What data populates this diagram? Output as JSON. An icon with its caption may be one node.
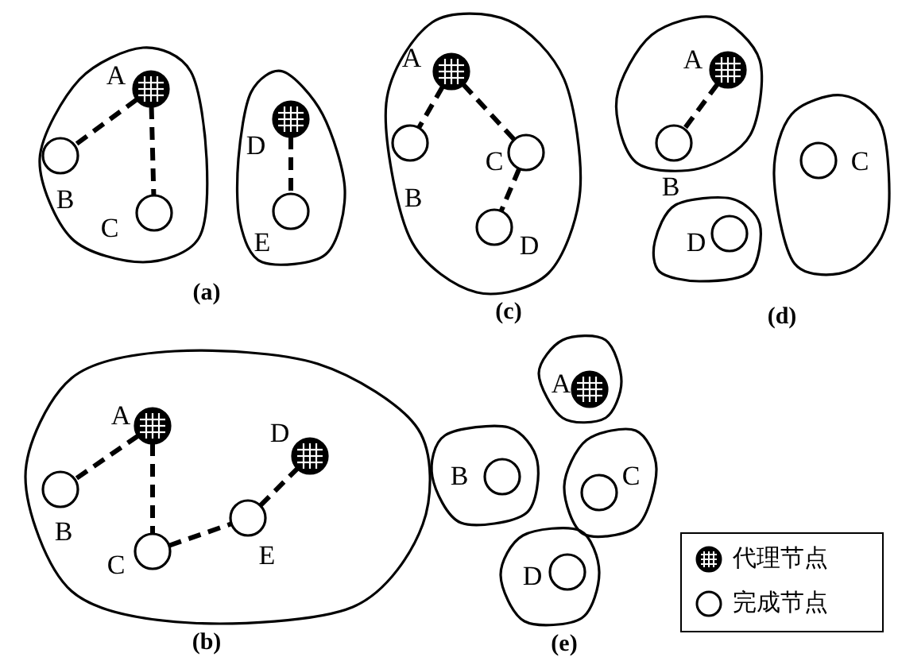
{
  "diagram": {
    "nodes": [
      {
        "text": [],
        "shape": "blob"
      },
      {
        "text": [
          "A"
        ],
        "in": 0
      },
      {
        "text": [
          "B"
        ],
        "in": 0
      },
      {
        "text": [
          "C"
        ],
        "in": 0
      },
      {
        "text": [],
        "shape": "blob"
      },
      {
        "text": [
          "D"
        ],
        "in": 4
      },
      {
        "text": [
          "E"
        ],
        "in": 4
      },
      {
        "text": [],
        "shape": "blob"
      },
      {
        "text": [
          "A"
        ],
        "in": 7
      },
      {
        "text": [
          "B"
        ],
        "in": 7
      },
      {
        "text": [
          "C"
        ],
        "in": 7
      },
      {
        "text": [
          "D"
        ],
        "in": 7
      },
      {
        "text": [],
        "shape": "blob"
      },
      {
        "text": [
          "A"
        ],
        "in": 12
      },
      {
        "text": [
          "B"
        ],
        "in": 12
      },
      {
        "text": [],
        "shape": "blob"
      },
      {
        "text": [
          "C"
        ],
        "in": 15
      },
      {
        "text": [],
        "shape": "blob"
      },
      {
        "text": [
          "D"
        ],
        "in": 17
      },
      {
        "text": [],
        "shape": "blob"
      },
      {
        "text": [
          "A"
        ],
        "in": 19
      },
      {
        "text": [
          "B"
        ],
        "in": 19
      },
      {
        "text": [
          "C"
        ],
        "in": 19
      },
      {
        "text": [
          "E"
        ],
        "in": 19
      },
      {
        "text": [
          "D"
        ],
        "in": 19
      },
      {
        "text": [],
        "shape": "blob"
      },
      {
        "text": [
          "A"
        ],
        "in": 25
      },
      {
        "text": [],
        "shape": "blob"
      },
      {
        "text": [
          "B"
        ],
        "in": 27
      },
      {
        "text": [],
        "shape": "blob"
      },
      {
        "text": [
          "C"
        ],
        "in": 29
      },
      {
        "text": [],
        "shape": "blob"
      },
      {
        "text": [
          "D"
        ],
        "in": 31
      }
    ],
    "edges": [
      {
        "from": 1,
        "to": 2,
        "arrow": "none",
        "style": "dashed"
      },
      {
        "from": 1,
        "to": 3,
        "arrow": "none",
        "style": "dashed"
      },
      {
        "from": 5,
        "to": 6,
        "arrow": "none",
        "style": "dashed"
      },
      {
        "from": 8,
        "to": 9,
        "arrow": "none",
        "style": "dashed"
      },
      {
        "from": 8,
        "to": 10,
        "arrow": "none",
        "style": "dashed"
      },
      {
        "from": 10,
        "to": 11,
        "arrow": "none",
        "style": "dashed"
      },
      {
        "from": 13,
        "to": 14,
        "arrow": "none",
        "style": "dashed"
      },
      {
        "from": 20,
        "to": 21,
        "arrow": "none",
        "style": "dashed"
      },
      {
        "from": 20,
        "to": 22,
        "arrow": "none",
        "style": "dashed"
      },
      {
        "from": 22,
        "to": 23,
        "arrow": "none",
        "style": "dashed"
      },
      {
        "from": 23,
        "to": 24,
        "arrow": "none",
        "style": "dashed"
      }
    ],
    "labels": [
      "(a)",
      "(c)",
      "(d)",
      "(b)",
      "(e)"
    ],
    "legend": [
      {
        "text": "代理节点"
      },
      {
        "text": "完成节点"
      }
    ]
  }
}
